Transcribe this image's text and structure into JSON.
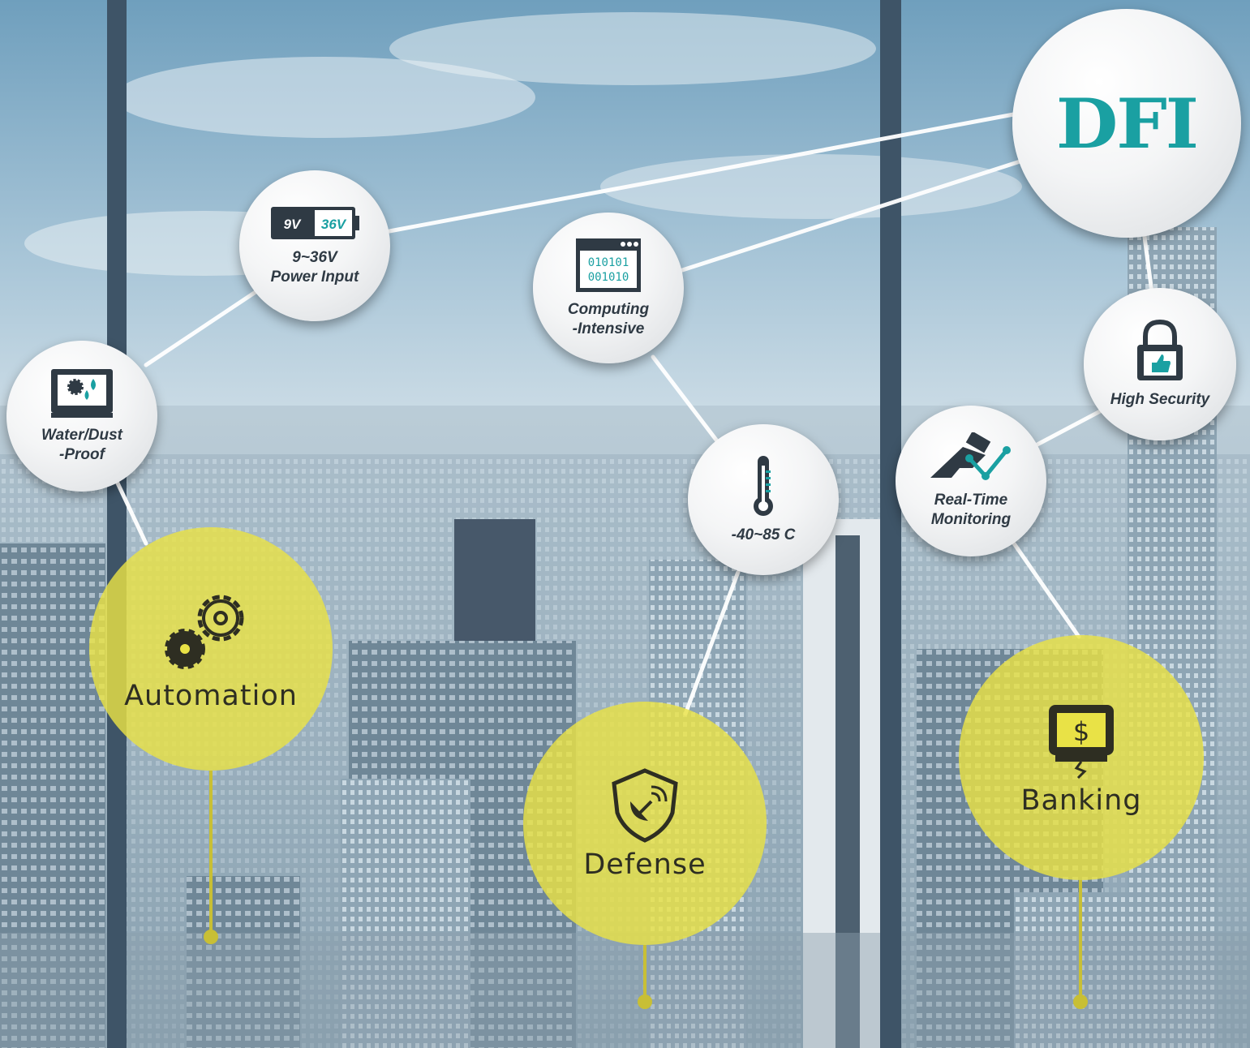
{
  "logo": {
    "text": "DFI",
    "color": "#1aa0a2"
  },
  "features": [
    {
      "id": "power",
      "icon": "battery-icon",
      "badge_low": "9V",
      "badge_high": "36V",
      "label": "9~36V\nPower Input"
    },
    {
      "id": "waterproof",
      "icon": "monitor-water-icon",
      "label": "Water/Dust\n-Proof"
    },
    {
      "id": "computing",
      "icon": "binary-window-icon",
      "code_lines": [
        "010101",
        "001010"
      ],
      "label": "Computing\n-Intensive"
    },
    {
      "id": "temperature",
      "icon": "thermometer-icon",
      "label": "-40~85 C"
    },
    {
      "id": "monitoring",
      "icon": "monitoring-chart-icon",
      "label": "Real-Time\nMonitoring"
    },
    {
      "id": "security",
      "icon": "padlock-thumbs-up-icon",
      "label": "High Security"
    }
  ],
  "applications": [
    {
      "id": "automation",
      "icon": "gears-icon",
      "label": "Automation"
    },
    {
      "id": "defense",
      "icon": "radar-shield-icon",
      "label": "Defense"
    },
    {
      "id": "banking",
      "icon": "money-kiosk-icon",
      "label": "Banking",
      "symbol": "$"
    }
  ],
  "colors": {
    "accent": "#1aa0a2",
    "application_fill": "#e9e246",
    "text": "#2f3a44",
    "connector": "#ffffff"
  }
}
